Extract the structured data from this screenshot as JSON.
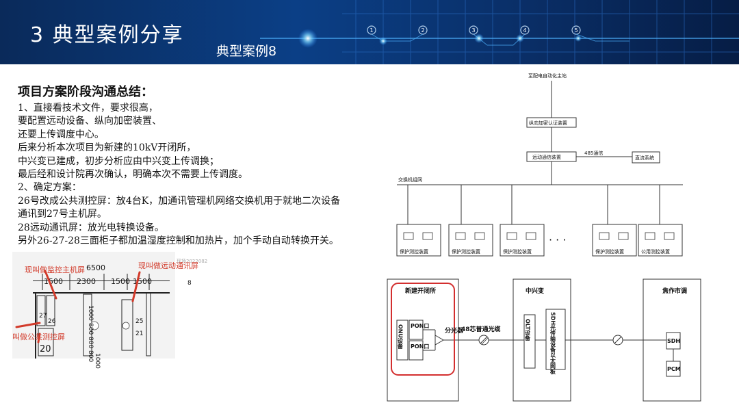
{
  "header": {
    "title": "3 典型案例分享",
    "subtitle": "典型案例8",
    "step_markers": [
      "1",
      "2",
      "3",
      "4",
      "5"
    ]
  },
  "summary": {
    "heading": "项目方案阶段沟通总结：",
    "lines": [
      "1、直接看技术文件，要求很高，",
      "要配置远动设备、纵向加密装置、",
      "还要上传调度中心。",
      "后来分析本次项目为新建的10kV开闭所，",
      "中兴变已建成，初步分析应由中兴变上传调换；",
      "最后经和设计院再次确认，明确本次不需要上传调度。",
      "2、确定方案：",
      "26号改成公共测控屏：放4台K，加通讯管理机网络交换机用于就地二次设备",
      "通讯到27号主机屏。",
      "28远动通讯屏：放光电转换设备。",
      "另外26-27-28三面柜子都加温湿度控制和加热片，加个手动自动转换开关。"
    ]
  },
  "floorplan": {
    "labels": {
      "monitor_host": "现叫做监控主机屏",
      "telecontrol": "现叫做远动通讯屏",
      "public": "叫做公共测控屏",
      "watermark": "现场2022082"
    },
    "dims": [
      "6500",
      "1500",
      "2300",
      "1500",
      "1500",
      "1000",
      "800",
      "800",
      "800",
      "1000",
      "8"
    ],
    "cabinets": [
      "27",
      "26",
      "25",
      "21",
      "20"
    ]
  },
  "network_diagram": {
    "top_label": "至配电自动化主站",
    "encrypt_box": "纵向加密认证装置",
    "telecontrol_box": "远动通信装置",
    "link_label": "485通信",
    "dc_box": "直流系统",
    "switch_label": "交换机组网",
    "ellipsis": "· · ·",
    "devices": [
      "保护测控装置",
      "保护测控装置",
      "保护测控装置",
      "保护测控装置",
      "公用测控装置"
    ]
  },
  "fiber_diagram": {
    "site1": {
      "title": "新建开闭所",
      "onu": "ONU设备",
      "pon1": "PON口",
      "pon2": "PON口",
      "splitter": "分光器"
    },
    "cable": "48芯普通光缆",
    "site2": {
      "title": "中兴变",
      "olt": "OLT设备",
      "sdh": "SDH光传输设备以太网板"
    },
    "site3": {
      "title": "焦作市调",
      "sdh": "SDH",
      "pcm": "PCM"
    }
  },
  "colors": {
    "header_bg": "#0b3f86",
    "highlight": "#d32f2f",
    "annotation": "#d23a2a"
  }
}
